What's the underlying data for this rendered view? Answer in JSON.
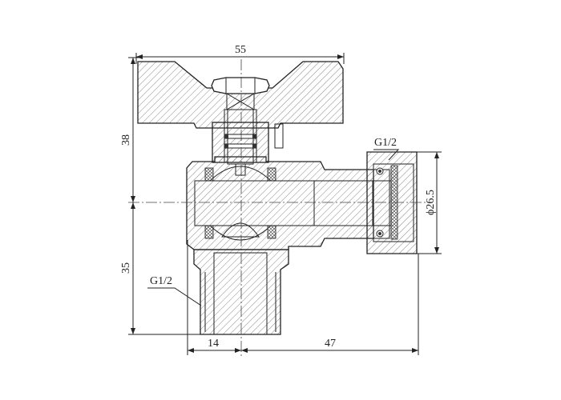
{
  "drawing": {
    "title": "Angle ball valve with butterfly handle - section view",
    "dimensions": {
      "overall_width": "55",
      "upper_height": "38",
      "lower_height": "35",
      "spout_offset": "14",
      "outlet_length": "47",
      "nut_diameter": "ϕ26.5"
    },
    "thread_labels": {
      "outlet": "G1/2",
      "inlet": "G1/2"
    },
    "colors": {
      "line": "#222222",
      "background": "#ffffff"
    }
  }
}
